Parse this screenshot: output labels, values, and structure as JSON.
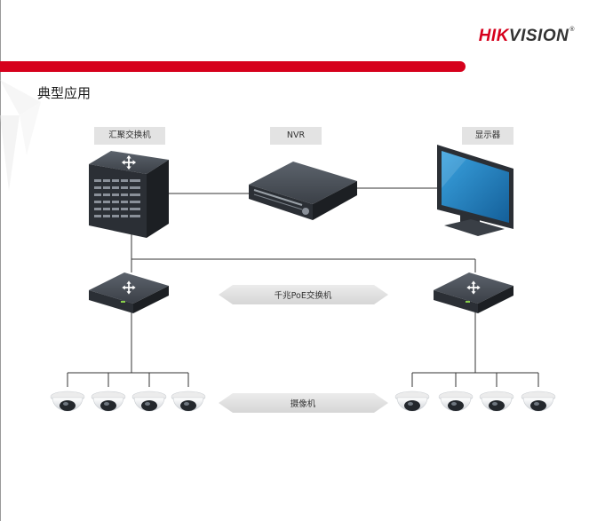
{
  "brand": {
    "logo_red": "HIK",
    "logo_dark": "VISION",
    "logo_mark": "®"
  },
  "slide_title": "典型应用",
  "nodes": {
    "core_switch": "汇聚交换机",
    "nvr": "NVR",
    "monitor": "显示器",
    "poe_switch": "千兆PoE交换机",
    "camera": "摄像机"
  },
  "colors": {
    "accent_red": "#d6001c",
    "device_dark": "#2b2f35",
    "screen_blue": "#1f86c8",
    "link_line": "#333333",
    "label_bg": "#e3e3e3"
  }
}
